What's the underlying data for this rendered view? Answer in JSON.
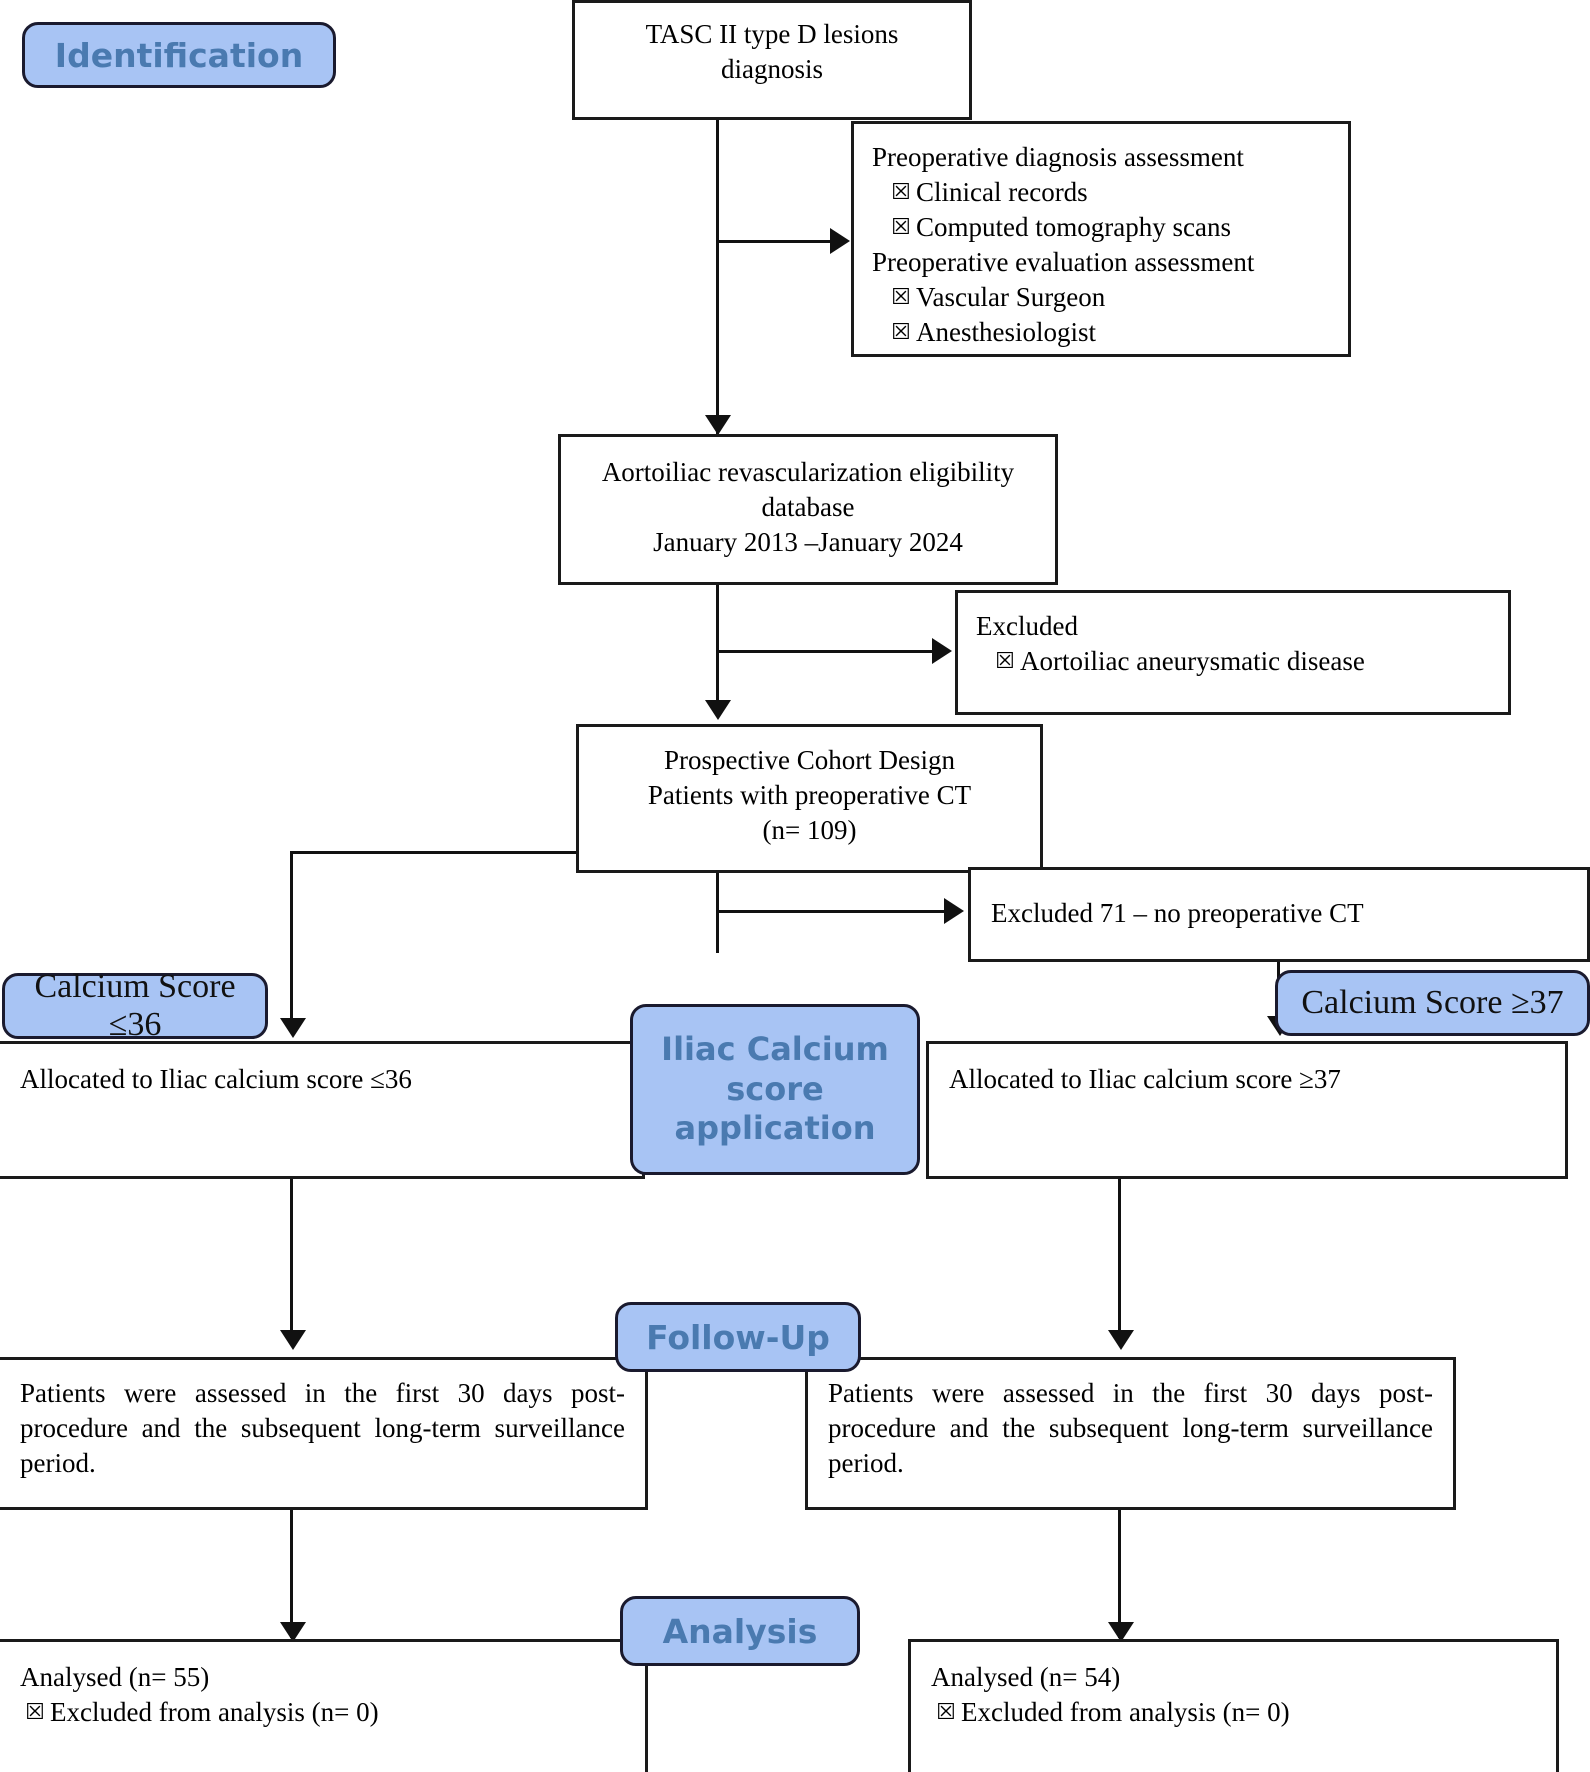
{
  "diagram": {
    "title": "Patient selection flow diagram",
    "accent_blue_fill": "#a8c4f4",
    "accent_blue_text": "#4a7ab0",
    "line_color": "#111111",
    "bullet_glyph": "☒"
  },
  "stages": {
    "identification": "Identification",
    "calcium_low": "Calcium Score ≤36",
    "calcium_high": "Calcium Score ≥37",
    "application_line1": "Iliac Calcium",
    "application_line2": "score",
    "application_line3": "application",
    "follow_up": "Follow-Up",
    "analysis": "Analysis"
  },
  "nodes": {
    "tasc": {
      "text": "TASC II type D lesions diagnosis"
    },
    "preop": {
      "heading1": "Preoperative diagnosis assessment",
      "items1": [
        "Clinical records",
        "Computed tomography scans"
      ],
      "heading2": "Preoperative evaluation assessment",
      "items2": [
        "Vascular Surgeon",
        "Anesthesiologist"
      ]
    },
    "database": {
      "line1": "Aortoiliac revascularization eligibility",
      "line2": "database",
      "line3": "January 2013 –January 2024"
    },
    "excluded_aneurysm": {
      "heading": "Excluded",
      "items": [
        "Aortoiliac aneurysmatic disease"
      ]
    },
    "cohort": {
      "line1": "Prospective Cohort Design",
      "line2": "Patients with preoperative CT",
      "line3": "(n= 109)"
    },
    "excluded_no_ct": {
      "text": "Excluded 71 – no preoperative CT"
    },
    "allocated_left": {
      "text": "Allocated to Iliac calcium score ≤36"
    },
    "allocated_right": {
      "text": "Allocated to Iliac calcium score ≥37"
    },
    "followup_left": {
      "text": "Patients were assessed in the first 30 days post-procedure and the subsequent long-term surveillance period."
    },
    "followup_right": {
      "text": "Patients were assessed in the first 30 days post-procedure and the subsequent long-term surveillance period."
    },
    "analysis_left": {
      "heading": "Analysed (n= 55)",
      "items": [
        "Excluded from analysis (n=  0)"
      ]
    },
    "analysis_right": {
      "heading": "Analysed (n= 54)",
      "items": [
        "Excluded from analysis (n=  0)"
      ]
    }
  }
}
